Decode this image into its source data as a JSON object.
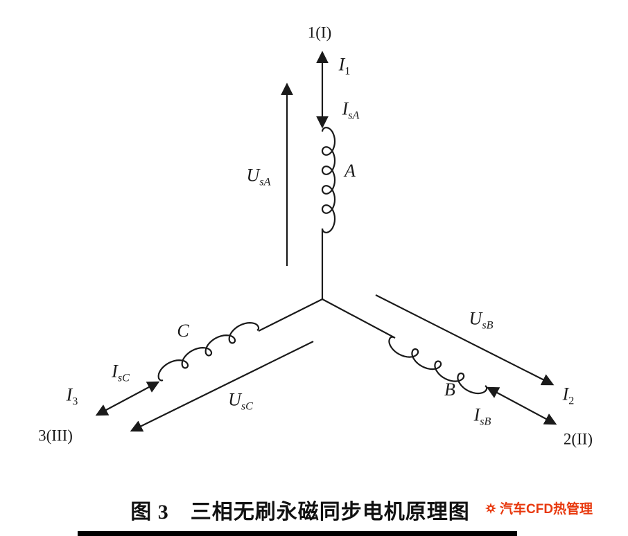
{
  "colors": {
    "ink": "#1a1a1a",
    "watermark_red": "#e8380d",
    "background": "#ffffff"
  },
  "diagram": {
    "terminals": {
      "t1": "1(I)",
      "t2": "2(II)",
      "t3": "3(III)"
    },
    "phases": {
      "a": "A",
      "b": "B",
      "c": "C"
    },
    "currents": {
      "i1": {
        "main": "I",
        "sub": "1"
      },
      "i2": {
        "main": "I",
        "sub": "2"
      },
      "i3": {
        "main": "I",
        "sub": "3"
      },
      "isa": {
        "main": "I",
        "sub": "sA"
      },
      "isb": {
        "main": "I",
        "sub": "sB"
      },
      "isc": {
        "main": "I",
        "sub": "sC"
      }
    },
    "voltages": {
      "usa": {
        "main": "U",
        "sub": "sA"
      },
      "usb": {
        "main": "U",
        "sub": "sB"
      },
      "usc": {
        "main": "U",
        "sub": "sC"
      }
    }
  },
  "caption": "图 3　三相无刷永磁同步电机原理图",
  "watermark": {
    "text": "汽车CFD热管理"
  }
}
